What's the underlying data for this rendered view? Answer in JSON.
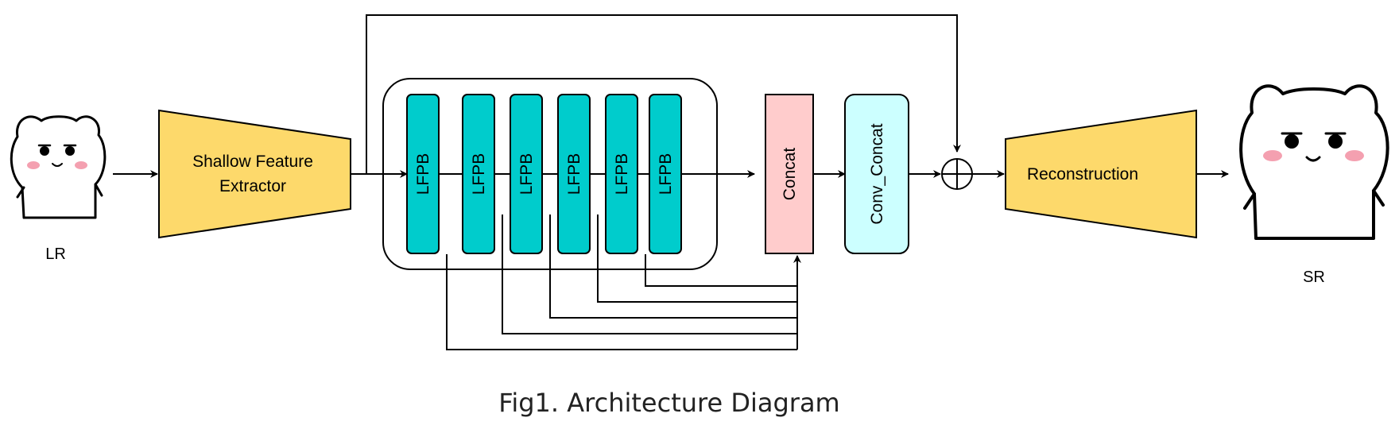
{
  "input": {
    "label": "LR"
  },
  "output": {
    "label": "SR"
  },
  "shallow": {
    "line1": "Shallow Feature",
    "line2": "Extractor"
  },
  "lfpb_blocks": [
    "LFPB",
    "LFPB",
    "LFPB",
    "LFPB",
    "LFPB",
    "LFPB"
  ],
  "concat": {
    "label": "Concat"
  },
  "conv_concat": {
    "label": "Conv_Concat"
  },
  "reconstruction": {
    "label": "Reconstruction"
  },
  "caption": "Fig1. Architecture Diagram",
  "colors": {
    "trapezoid": "#fdd96b",
    "lfpb": "#00cccc",
    "concat": "#ffcccc",
    "conv_concat": "#ccffff",
    "blush": "#f4a0b0"
  },
  "icons": {
    "input": "hamster-face-icon",
    "output": "hamster-face-icon",
    "add": "circled-plus-icon"
  }
}
